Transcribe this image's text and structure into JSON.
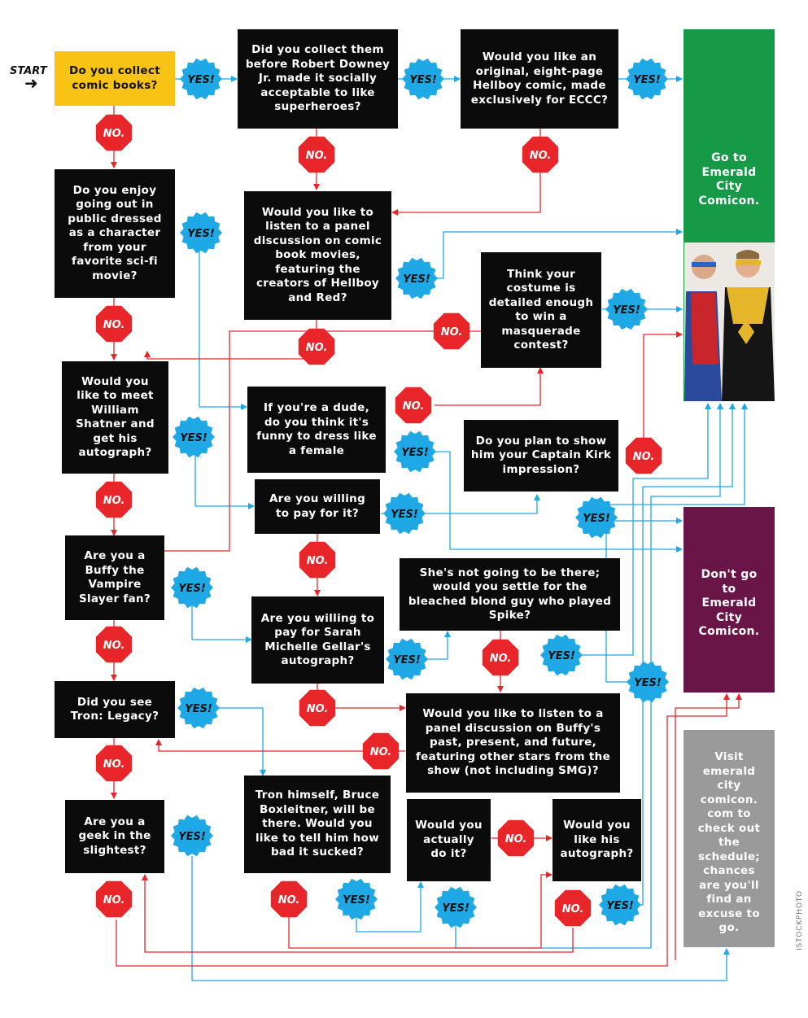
{
  "start_label": "START",
  "yes_label": "YES!",
  "no_label": "NO.",
  "colors": {
    "yes": "#1ea9e6",
    "no": "#e8262a",
    "yellow": "#f9c315",
    "green": "#169a48",
    "purple": "#6a1547",
    "gray": "#9a9a9a"
  },
  "questions": {
    "q1": "Do you collect comic books?",
    "q2": "Did you collect them before Robert Downey Jr. made it socially acceptable to like superheroes?",
    "q3": "Would you like an original, eight-page Hellboy comic, made exclusively for ECCC?",
    "q4": "Do you enjoy going out in public dressed as a character from your favorite sci-fi movie?",
    "q5": "Would you like to listen to a panel discussion on comic book movies, featuring the creators of Hellboy and Red?",
    "q6": "Think your costume is detailed enough to win a masquerade contest?",
    "q7": "Would you like to meet William Shatner and get his autograph?",
    "q8": "If you're a dude, do you think it's funny to dress like a female",
    "q9": "Do you plan to show him your Captain Kirk impression?",
    "q10": "Are you willing to pay for it?",
    "q11": "Are you a Buffy the Vampire Slayer fan?",
    "q12": "She's not going to be there; would you settle for the bleached blond guy who played Spike?",
    "q13": "Are you willing to pay for Sarah Michelle Gellar's autograph?",
    "q14": "Did you see Tron: Legacy?",
    "q15": "Would you like to listen to a panel discussion on Buffy's past, present, and future, featuring other stars from the show (not including SMG)?",
    "q16": "Tron himself, Bruce Boxleitner, will be there. Would you like to tell him how bad it sucked?",
    "q17": "Are you a geek in the slightest?",
    "q18": "Would you actually do it?",
    "q19": "Would you like his autograph?"
  },
  "outcomes": {
    "go": "Go to Emerald City Comicon.",
    "dont": "Don't go to Emerald City Comicon.",
    "visit": "Visit emerald city comicon. com to check out the schedule; chances are you'll find an excuse to go."
  },
  "credit": "ISTOCKPHOTO"
}
